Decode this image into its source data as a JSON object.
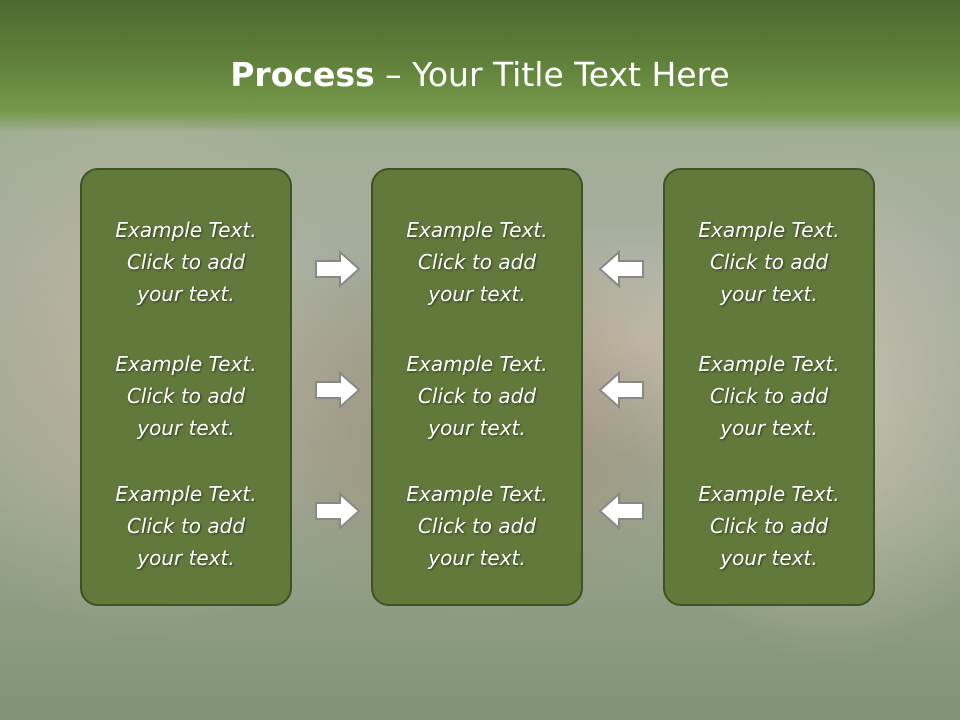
{
  "slide": {
    "title_bold": "Process",
    "title_rest": " – Your Title Text Here"
  },
  "columns": [
    {
      "items": [
        {
          "line1": "Example Text.",
          "line2": "Click  to add",
          "line3": "your text."
        },
        {
          "line1": "Example Text.",
          "line2": "Click  to add",
          "line3": "your text."
        },
        {
          "line1": "Example Text.",
          "line2": "Click  to add",
          "line3": "your text."
        }
      ]
    },
    {
      "items": [
        {
          "line1": "Example Text.",
          "line2": "Click  to add",
          "line3": "your text."
        },
        {
          "line1": "Example Text.",
          "line2": "Click  to add",
          "line3": "your text."
        },
        {
          "line1": "Example Text.",
          "line2": "Click  to add",
          "line3": "your text."
        }
      ]
    },
    {
      "items": [
        {
          "line1": "Example Text.",
          "line2": "Click  to add",
          "line3": "your text."
        },
        {
          "line1": "Example Text.",
          "line2": "Click  to add",
          "line3": "your text."
        },
        {
          "line1": "Example Text.",
          "line2": "Click  to add",
          "line3": "your text."
        }
      ]
    }
  ],
  "arrows": {
    "left": [
      "right-arrow-icon",
      "right-arrow-icon",
      "right-arrow-icon"
    ],
    "right": [
      "left-arrow-icon",
      "left-arrow-icon",
      "left-arrow-icon"
    ]
  },
  "colors": {
    "header": "#5f7f3a",
    "box_fill": "#617a3b",
    "box_border": "#3e5222",
    "text": "#ffffff"
  }
}
